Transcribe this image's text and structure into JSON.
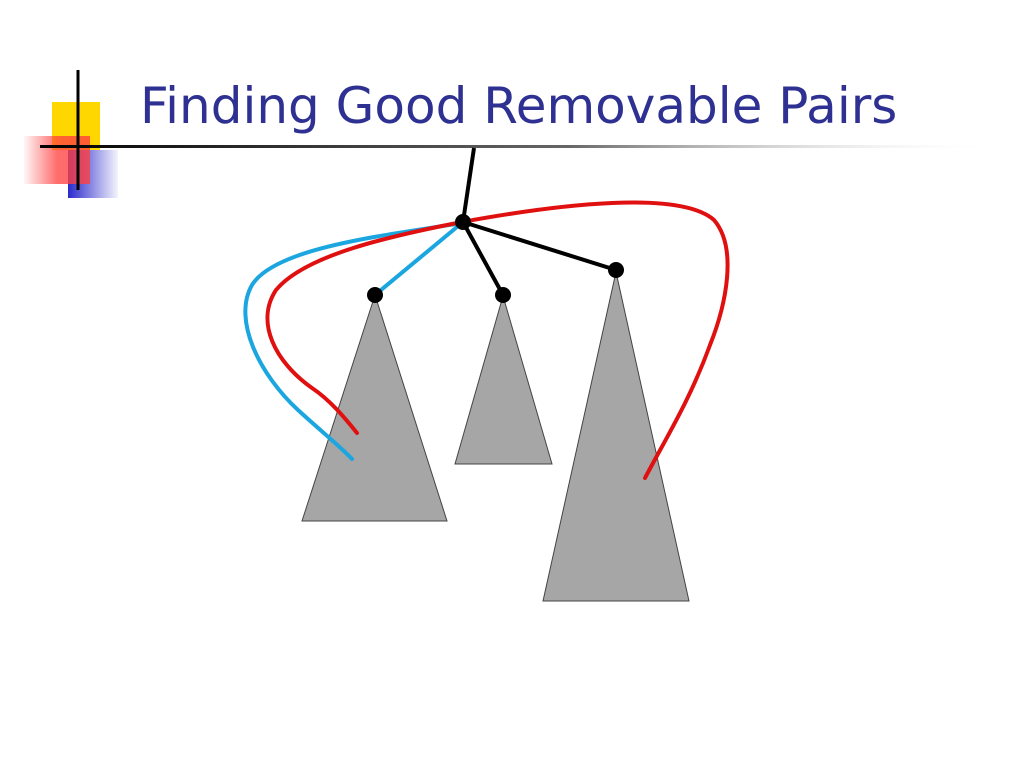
{
  "slide": {
    "title": "Finding Good Removable Pairs"
  },
  "colors": {
    "title": "#2e3192",
    "accent_yellow": "#ffd700",
    "accent_red": "#ff6060",
    "accent_blue": "#3333cc",
    "tree_edge": "#000000",
    "subtree_fill": "#a6a6a6",
    "blue_path": "#1ba6e0",
    "red_path": "#e01010"
  },
  "diagram": {
    "nodes": [
      "root",
      "left-child",
      "middle-child",
      "right-child"
    ],
    "subtrees": [
      "left-subtree",
      "middle-subtree",
      "right-subtree"
    ],
    "paths": [
      "blue-path",
      "red-path"
    ]
  }
}
